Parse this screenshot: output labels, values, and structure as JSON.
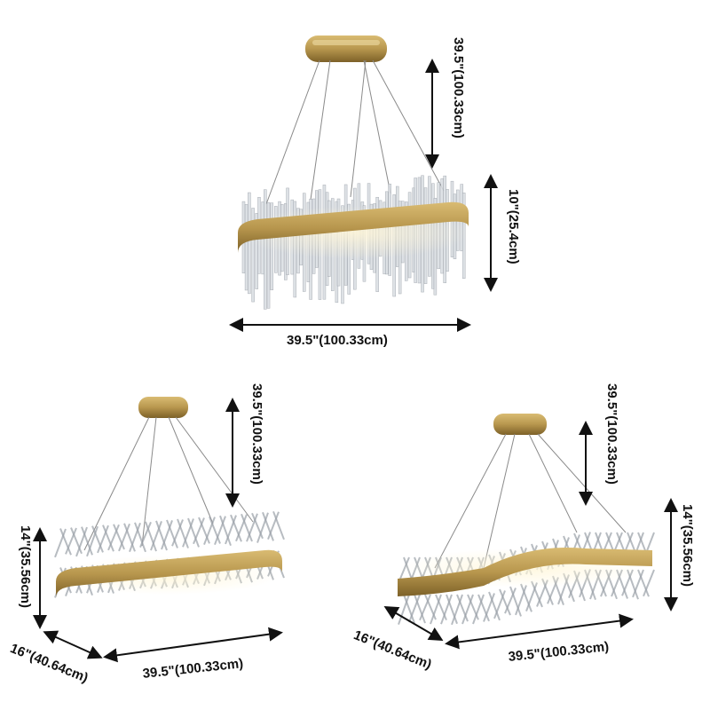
{
  "colors": {
    "brass": "#b8974e",
    "brass_dark": "#8a6d2f",
    "crystal": "#d9dde2",
    "crystal_edge": "#9aa0a8",
    "glow": "#f6e7b5",
    "wire": "#8a8a8a",
    "arrow": "#111111"
  },
  "views": {
    "top": {
      "height_drop": "39.5\"(100.33cm)",
      "height_body": "10\"(25.4cm)",
      "width": "39.5\"(100.33cm)"
    },
    "bottom_left": {
      "height_drop": "39.5\"(100.33cm)",
      "height_body": "14\"(35.56cm)",
      "depth": "16\"(40.64cm)",
      "width": "39.5\"(100.33cm)"
    },
    "bottom_right": {
      "height_drop": "39.5\"(100.33cm)",
      "height_body": "14\"(35.56cm)",
      "depth": "16\"(40.64cm)",
      "width": "39.5\"(100.33cm)"
    }
  }
}
